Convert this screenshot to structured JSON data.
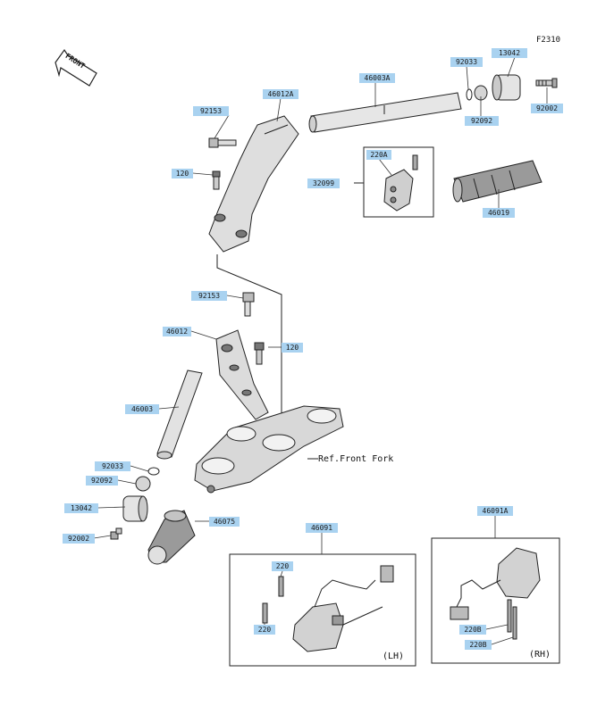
{
  "figure_code": "F2310",
  "front_text": "FRONT",
  "ref_text": "Ref.Front Fork",
  "left_box_text": "(LH)",
  "right_box_text": "(RH)",
  "colors": {
    "label_bg": "#a9d2f0",
    "line": "#222222",
    "part_fill": "#d9d9d9",
    "part_dark": "#7a7a7a"
  },
  "callouts": {
    "c13042_top": "13042",
    "c92033_top": "92033",
    "c46003a": "46003A",
    "c46012a": "46012A",
    "c92153_top": "92153",
    "c92092_top": "92092",
    "c92002_top": "92002",
    "c120_top": "120",
    "c220a": "220A",
    "c32099": "32099",
    "c46019": "46019",
    "c92153_mid": "92153",
    "c46012": "46012",
    "c120_mid": "120",
    "c46003": "46003",
    "c92033_bot": "92033",
    "c92092_bot": "92092",
    "c13042_bot": "13042",
    "c46075": "46075",
    "c92002_bot": "92002",
    "c46091": "46091",
    "c220_a": "220",
    "c220_b": "220",
    "c46091a": "46091A",
    "c220b_a": "220B",
    "c220b_b": "220B"
  }
}
